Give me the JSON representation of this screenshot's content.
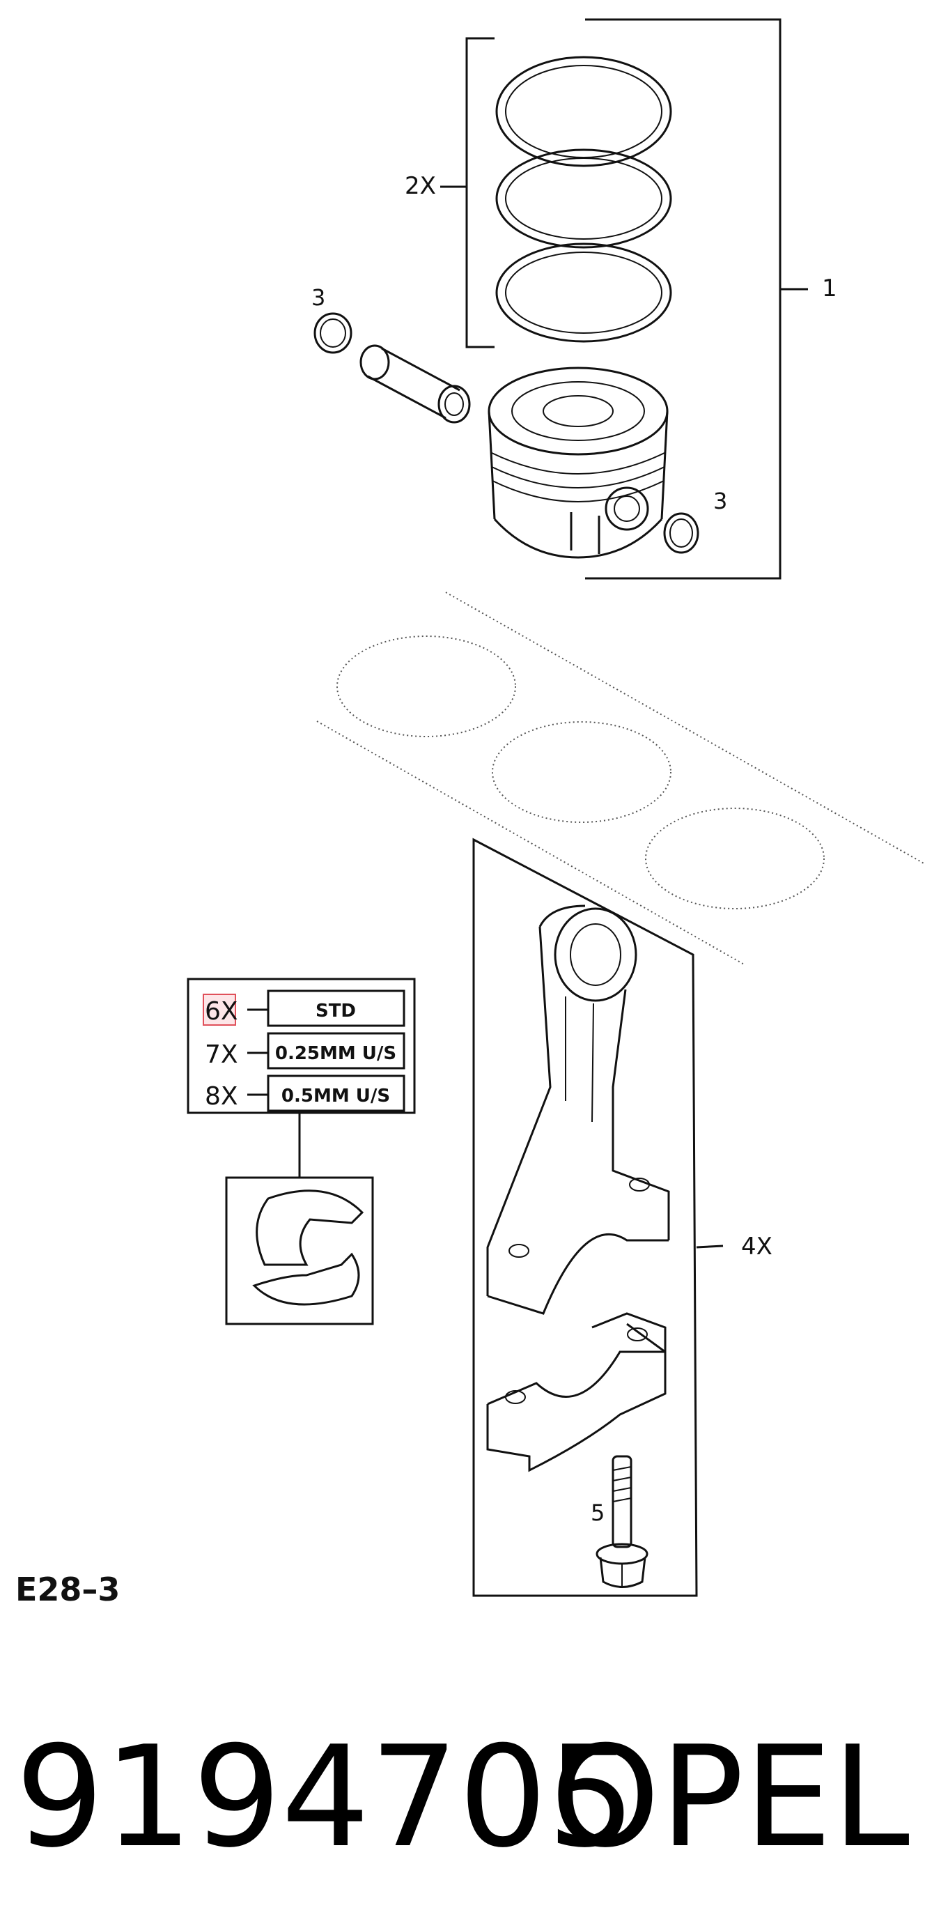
{
  "callouts": {
    "ring_set_qty": "2X",
    "assembly_ref": "1",
    "circlip_left": "3",
    "circlip_right": "3",
    "rod_qty": "4X",
    "bolt_ref": "5"
  },
  "bearing_table": {
    "rows": [
      {
        "qty": "6X",
        "size": "STD"
      },
      {
        "qty": "7X",
        "size": "0.25MM U/S"
      },
      {
        "qty": "8X",
        "size": "0.5MM U/S"
      }
    ],
    "highlight_color": "#e0505a"
  },
  "figure_code": "E28–3",
  "part_number": "9194705",
  "brand": "OPEL"
}
